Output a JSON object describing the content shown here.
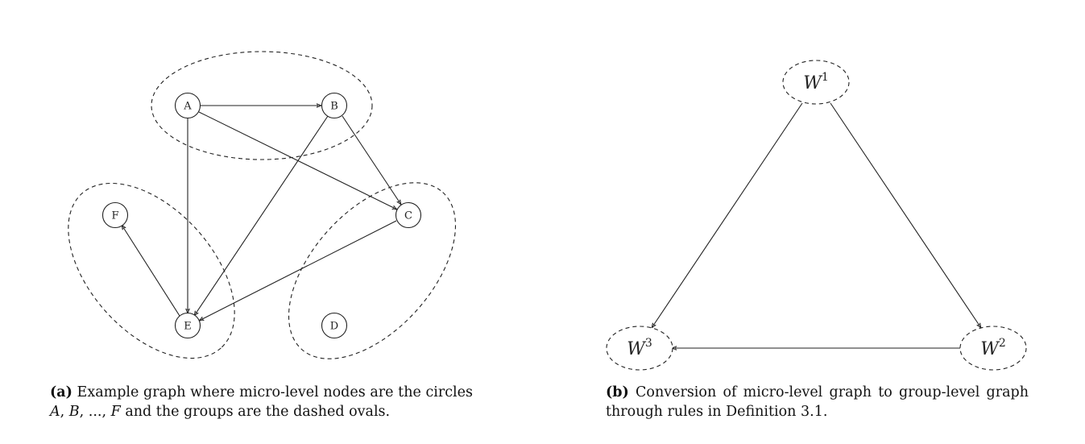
{
  "panel_a": {
    "nodes": [
      {
        "id": "A",
        "label": "A"
      },
      {
        "id": "B",
        "label": "B"
      },
      {
        "id": "C",
        "label": "C"
      },
      {
        "id": "D",
        "label": "D"
      },
      {
        "id": "E",
        "label": "E"
      },
      {
        "id": "F",
        "label": "F"
      }
    ],
    "edges": [
      {
        "from": "A",
        "to": "B"
      },
      {
        "from": "A",
        "to": "C"
      },
      {
        "from": "A",
        "to": "E"
      },
      {
        "from": "B",
        "to": "C"
      },
      {
        "from": "B",
        "to": "E"
      },
      {
        "from": "C",
        "to": "E"
      },
      {
        "from": "E",
        "to": "F"
      }
    ],
    "groups": [
      {
        "members": [
          "A",
          "B"
        ]
      },
      {
        "members": [
          "F",
          "E"
        ]
      },
      {
        "members": [
          "C",
          "D"
        ]
      }
    ],
    "caption": {
      "tag": "(a)",
      "text1": " Example graph where micro-level nodes are the circles ",
      "m1": "A",
      "sep1": ", ",
      "m2": "B",
      "sep2": ", ..., ",
      "m3": "F",
      "text2": " and the groups are the dashed ovals."
    }
  },
  "panel_b": {
    "nodes": [
      {
        "id": "W1",
        "base": "W",
        "sup": "1"
      },
      {
        "id": "W2",
        "base": "W",
        "sup": "2"
      },
      {
        "id": "W3",
        "base": "W",
        "sup": "3"
      }
    ],
    "edges": [
      {
        "from": "W1",
        "to": "W2"
      },
      {
        "from": "W1",
        "to": "W3"
      },
      {
        "from": "W2",
        "to": "W3"
      }
    ],
    "caption": {
      "tag": "(b)",
      "text": " Conversion of micro-level graph to group-level graph through rules in Definition 3.1."
    }
  }
}
